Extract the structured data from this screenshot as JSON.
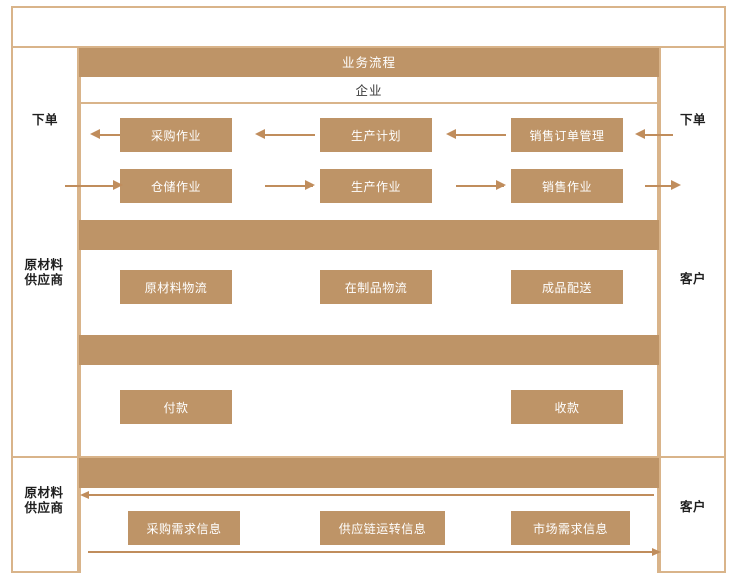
{
  "diagram": {
    "title": "业务流程",
    "entity": "企业",
    "colors": {
      "fill": "#be9467",
      "border": "#d9b48a",
      "arrow": "#c08d5c",
      "box_text": "#ffffff",
      "label_text": "#1f1f1f",
      "background": "#ffffff"
    },
    "left_column": {
      "order_label": "下单",
      "supplier_label_top": "原材料",
      "supplier_label_bottom": "供应商",
      "supplier_label_top2": "原材料",
      "supplier_label_bottom2": "供应商"
    },
    "right_column": {
      "order_label": "下单",
      "customer_label": "客户",
      "customer_label2": "客户"
    },
    "rows": {
      "business_process": {
        "band_title": "业务流程",
        "entity": "企业",
        "upper_flow": [
          {
            "label": "采购作业"
          },
          {
            "label": "生产计划"
          },
          {
            "label": "销售订单管理"
          }
        ],
        "lower_flow": [
          {
            "label": "仓储作业"
          },
          {
            "label": "生产作业"
          },
          {
            "label": "销售作业"
          }
        ]
      },
      "logistics": {
        "boxes": [
          {
            "label": "原材料物流"
          },
          {
            "label": "在制品物流"
          },
          {
            "label": "成品配送"
          }
        ]
      },
      "cashflow": {
        "boxes": [
          {
            "label": "付款"
          },
          {
            "label": "收款"
          }
        ]
      },
      "information": {
        "boxes": [
          {
            "label": "采购需求信息"
          },
          {
            "label": "供应链运转信息"
          },
          {
            "label": "市场需求信息"
          }
        ]
      }
    }
  }
}
